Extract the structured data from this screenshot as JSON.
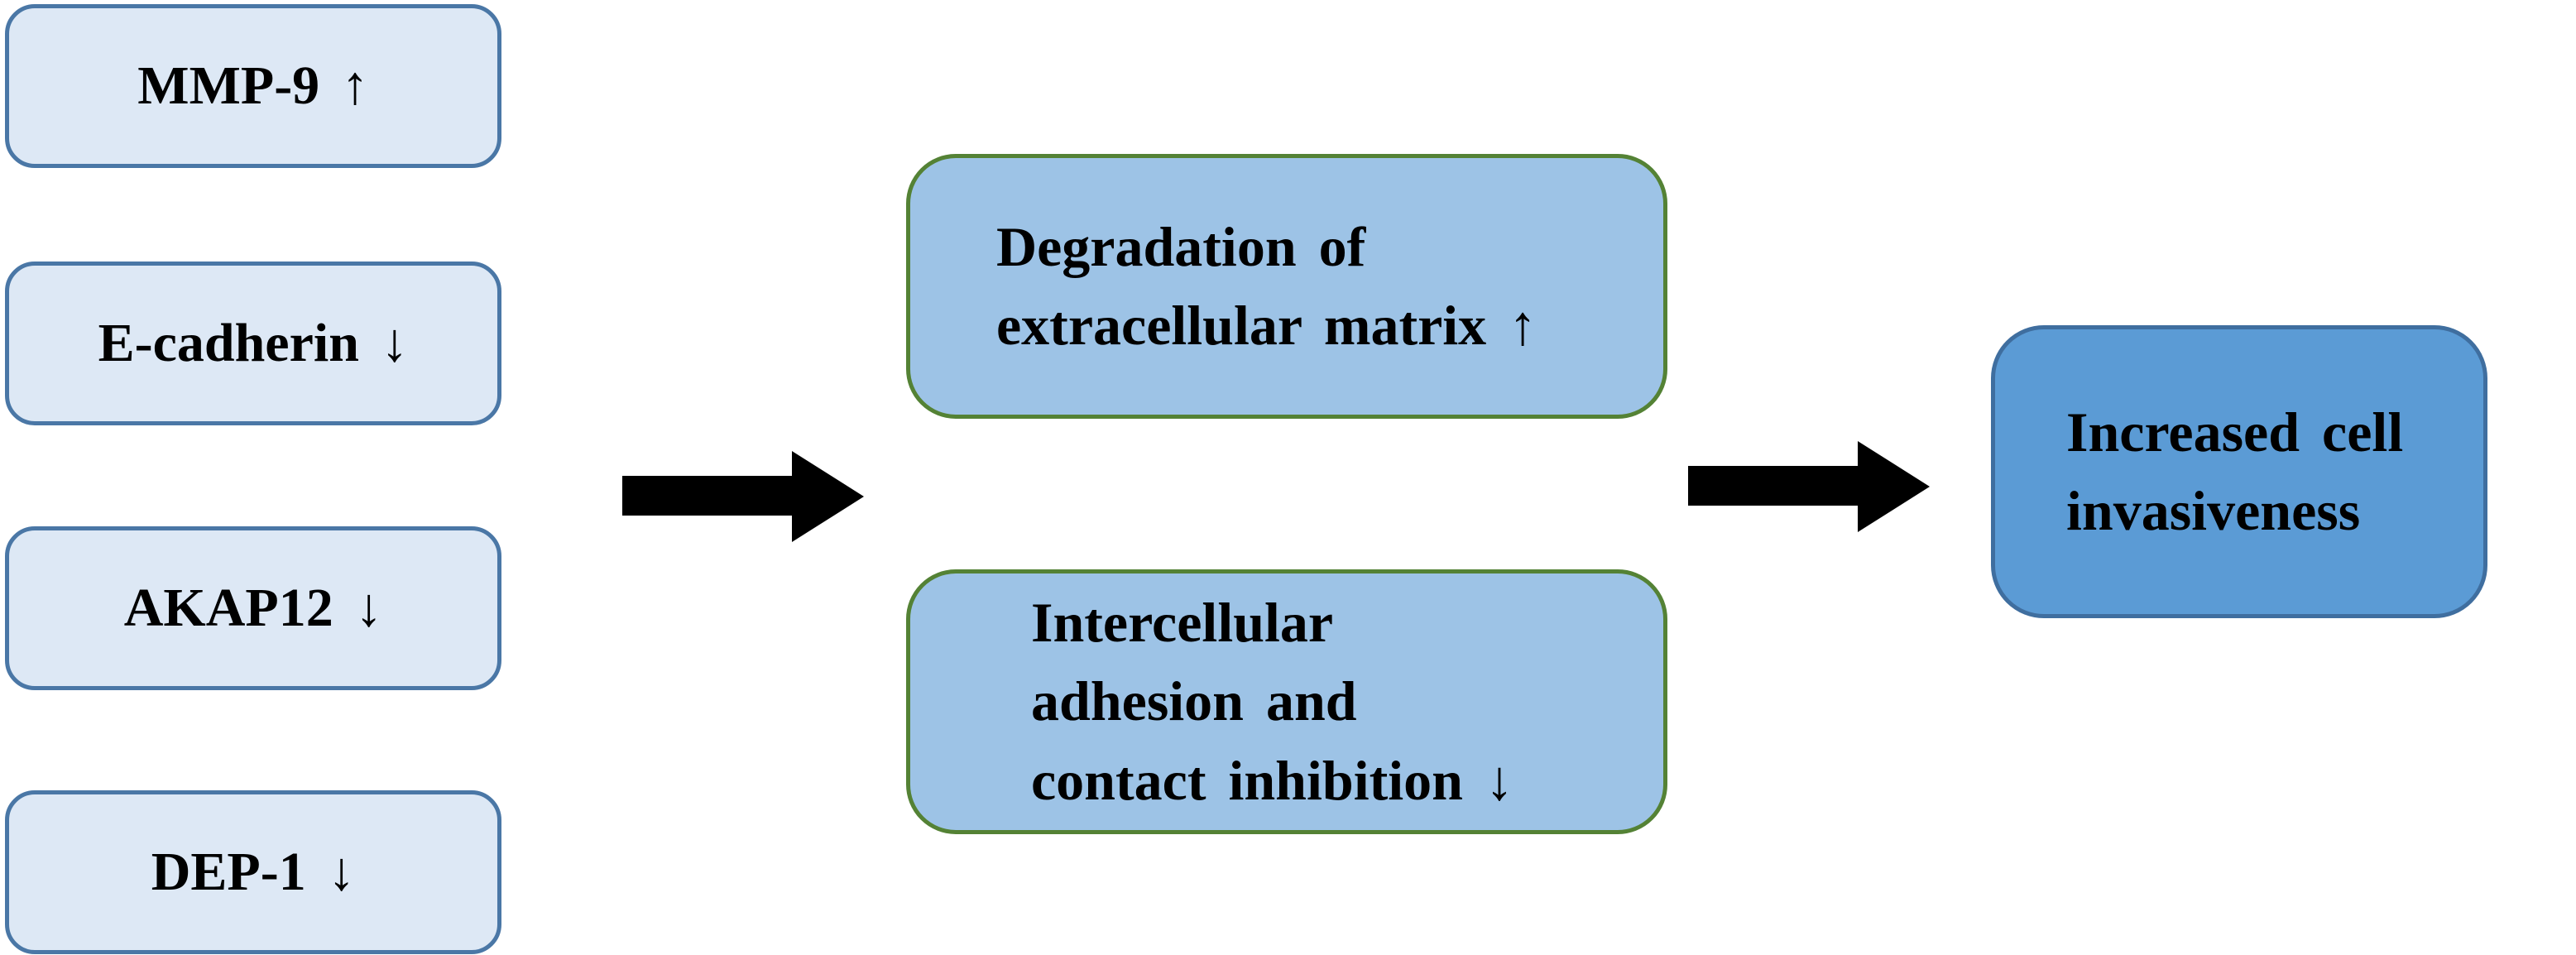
{
  "inputs": [
    {
      "label": "MMP-9 ↑"
    },
    {
      "label": "E-cadherin ↓"
    },
    {
      "label": "AKAP12 ↓"
    },
    {
      "label": "DEP-1 ↓"
    }
  ],
  "effects": [
    {
      "label": "Degradation of\nextracellular matrix ↑"
    },
    {
      "label": "Intercellular\nadhesion and\ncontact inhibition ↓"
    }
  ],
  "outcome": {
    "label": "Increased cell\ninvasiveness"
  },
  "colors": {
    "input_fill": "#dde8f5",
    "input_border": "#4a77a6",
    "effect_fill": "#9dc3e6",
    "effect_border": "#548235",
    "outcome_fill": "#5b9bd5",
    "outcome_border": "#3f6e9f",
    "arrow": "#000000"
  },
  "icons": {
    "arrow_1": "right-arrow-icon",
    "arrow_2": "right-arrow-icon"
  }
}
